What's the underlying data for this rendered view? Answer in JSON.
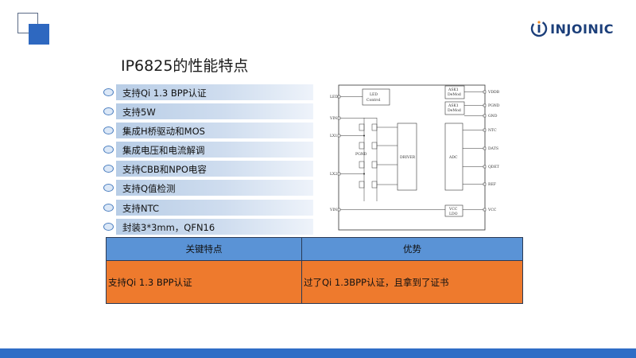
{
  "logo": {
    "text": "INJOINIC",
    "color": "#1c3f7a"
  },
  "title": "IP6825的性能特点",
  "features": [
    "支持Qi 1.3 BPP认证",
    "支持5W",
    "集成H桥驱动和MOS",
    "集成电压和电流解调",
    "支持CBB和NPO电容",
    "支持Q值检测",
    "支持NTC",
    "封装3*3mm，QFN16"
  ],
  "diagram": {
    "pins_left": [
      "LED",
      "VIN",
      "LX1",
      "LX2",
      "VIN"
    ],
    "pins_right": [
      "VDDB",
      "PGND",
      "GND",
      "NTC",
      "DATS",
      "QDET",
      "REF",
      "VCC"
    ],
    "blocks": {
      "led": [
        "LED",
        "Control"
      ],
      "ask1": [
        "ASK1",
        "DeMod"
      ],
      "ask2": [
        "ASK1",
        "DeMod"
      ],
      "pgnd": "PGND",
      "driver": "DRIVER",
      "adc": "ADC",
      "ldo": [
        "VCC",
        "LDO"
      ]
    }
  },
  "table": {
    "headers": [
      "关键特点",
      "优势"
    ],
    "rows": [
      [
        "支持Qi 1.3 BPP认证",
        "过了Qi 1.3BPP认证，且拿到了证书"
      ]
    ]
  },
  "colors": {
    "accent": "#2e6dc6",
    "table_header": "#5a93d6",
    "table_row": "#ee7a2d"
  }
}
